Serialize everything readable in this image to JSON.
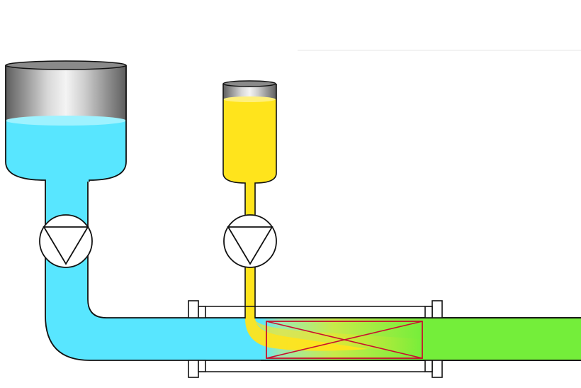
{
  "diagram": {
    "kind": "static-mixer-flow-schematic",
    "components": {
      "tank_large": "cylindrical-tank-blue-liquid",
      "tank_small": "cylindrical-tank-yellow-liquid",
      "pump_1": "pump-symbol-icon",
      "pump_2": "pump-symbol-icon",
      "flange_left": "pipe-flange",
      "flange_right": "pipe-flange",
      "mixer": "static-mixer-element",
      "outlet": "mixed-fluid-outlet"
    },
    "colors": {
      "fluid_a": "#58e6ff",
      "fluid_b": "#ffe41c",
      "mixed": "#74ee3a",
      "mixer_outline": "#c8102e",
      "tank_metal_dark": "#6b6b6b",
      "tank_metal_light": "#f2f2f2",
      "outline": "#111111"
    }
  }
}
